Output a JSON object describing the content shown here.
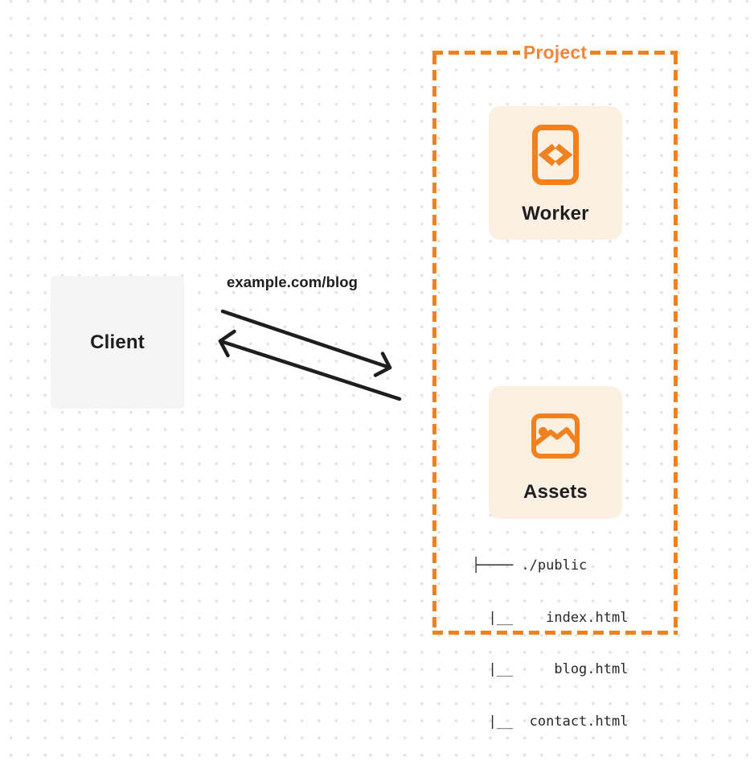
{
  "colors": {
    "orange": "#F0811F",
    "orange_label": "#F0863A",
    "card_background": "#FCF0E3",
    "client_background": "#F5F5F6",
    "arrow_and_text": "#1E1E20",
    "background_dot": "#E3E3E6",
    "background": "#FFFFFF"
  },
  "client": {
    "label": "Client"
  },
  "request": {
    "label": "example.com/blog"
  },
  "project": {
    "label": "Project",
    "worker": {
      "label": "Worker",
      "icon": "code-icon"
    },
    "assets": {
      "label": "Assets",
      "icon": "image-icon",
      "tree": {
        "lines": [
          "├──── ./public",
          "  |__    index.html",
          "  |__     blog.html",
          "  |__  contact.html"
        ]
      }
    }
  }
}
